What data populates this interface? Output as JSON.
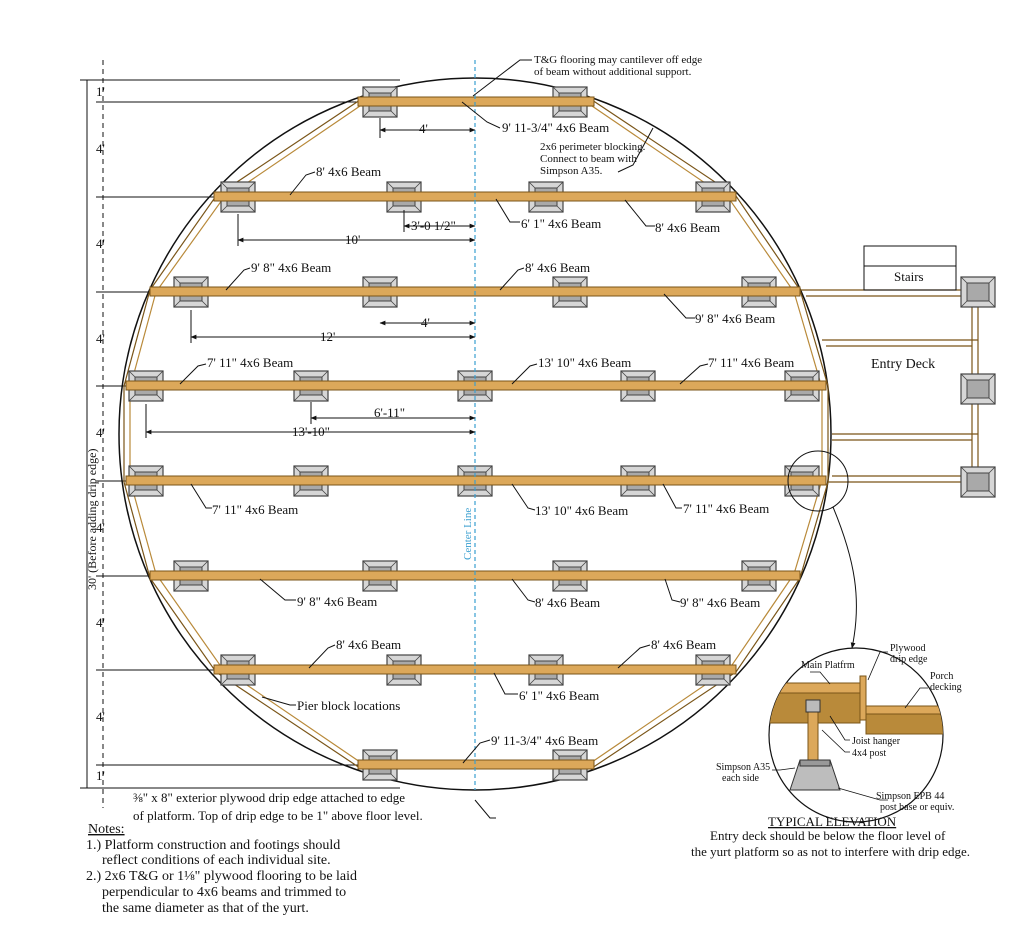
{
  "dimensions": {
    "overall": "30' (Before adding drip edge)",
    "left_spacing": [
      "1'",
      "4'",
      "4'",
      "4'",
      "4'",
      "4'",
      "4'",
      "4'",
      "1'"
    ]
  },
  "beam_labels": {
    "r1": "9' 11-3/4\" 4x6 Beam",
    "r2_left": "8' 4x6 Beam",
    "r2_mid": "6' 1\" 4x6 Beam",
    "r2_right": "8' 4x6 Beam",
    "r3_left": "9' 8\" 4x6 Beam",
    "r3_mid": "8' 4x6 Beam",
    "r3_right": "9' 8\" 4x6 Beam",
    "r4_left": "7' 11\" 4x6 Beam",
    "r4_mid": "13' 10\" 4x6 Beam",
    "r4_right": "7' 11\" 4x6 Beam",
    "r5_left": "7' 11\" 4x6 Beam",
    "r5_mid": "13' 10\" 4x6 Beam",
    "r5_right": "7' 11\" 4x6 Beam",
    "r6_left": "9' 8\" 4x6 Beam",
    "r6_mid": "8' 4x6 Beam",
    "r6_right": "9' 8\" 4x6 Beam",
    "r7_left": "8' 4x6 Beam",
    "r7_mid": "6' 1\" 4x6 Beam",
    "r7_right": "8' 4x6 Beam",
    "r8": "9' 11-3/4\" 4x6 Beam"
  },
  "inner_dims": {
    "d1": "4'",
    "d2": "3'-0 1/2\"",
    "d3": "10'",
    "d4": "4'",
    "d5": "12'",
    "d6": "6'-11\"",
    "d7": "13'-10\""
  },
  "annotations": {
    "tg_line1": "T&G flooring may cantilever off edge",
    "tg_line2": "of beam without additional support.",
    "block_line1": "2x6 perimeter blocking.",
    "block_line2": "Connect to beam with",
    "block_line3": "Simpson A35.",
    "center_line": "Center Line",
    "pier_blocks": "Pier block locations",
    "drip_line1": "⅜\" x 8\" exterior plywood drip edge attached to edge",
    "drip_line2": "of platform.  Top of drip edge to be 1\" above floor level."
  },
  "deck": {
    "stairs": "Stairs",
    "entry": "Entry Deck"
  },
  "elevation": {
    "title": "TYPICAL ELEVATION",
    "plywood1": "Plywood",
    "plywood2": "drip edge",
    "main": "Main Platfrm",
    "porch1": "Porch",
    "porch2": "decking",
    "joist": "Joist hanger",
    "post": "4x4 post",
    "a35_1": "Simpson A35",
    "a35_2": "each side",
    "epb1": "Simpson EPB 44",
    "epb2": "post base or equiv.",
    "cap1": "Entry deck should be below the floor level of",
    "cap2": "the yurt platform so as not to interfere with drip edge."
  },
  "notes": {
    "heading": "Notes:",
    "n1a": "1.) Platform construction and footings should",
    "n1b": "reflect conditions of each individual site.",
    "n2a": "2.) 2x6 T&G or 1⅛\" plywood flooring to be laid",
    "n2b": "perpendicular to 4x6 beams and trimmed to",
    "n2c": "the same diameter as that of the yurt."
  },
  "colors": {
    "beam": "#dca85a",
    "beam_edge": "#7a5518",
    "pier": "#c8c8c8",
    "center_line": "#3a9fd0"
  }
}
